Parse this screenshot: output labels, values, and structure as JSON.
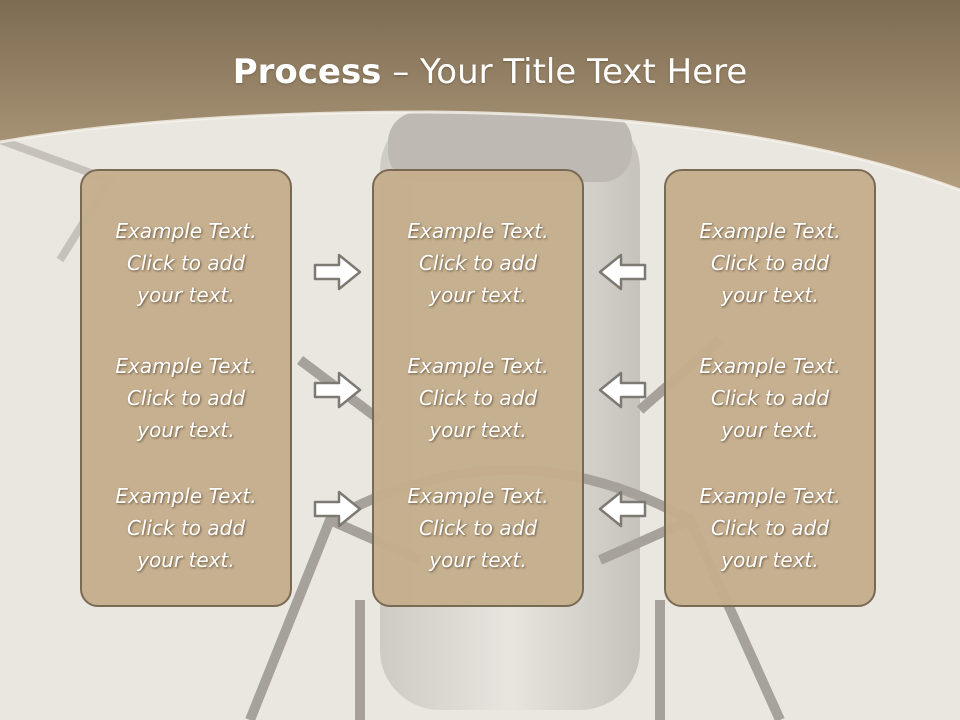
{
  "title": {
    "bold": "Process",
    "rest": " – Your Title Text Here"
  },
  "columns": [
    {
      "items": [
        [
          "Example Text.",
          "Click  to add",
          "your text."
        ],
        [
          "Example Text.",
          "Click  to add",
          "your text."
        ],
        [
          "Example Text.",
          "Click  to add",
          "your text."
        ]
      ]
    },
    {
      "items": [
        [
          "Example Text.",
          "Click  to add",
          "your text."
        ],
        [
          "Example Text.",
          "Click  to add",
          "your text."
        ],
        [
          "Example Text.",
          "Click  to add",
          "your text."
        ]
      ]
    },
    {
      "items": [
        [
          "Example Text.",
          "Click  to add",
          "your text."
        ],
        [
          "Example Text.",
          "Click  to add",
          "your text."
        ],
        [
          "Example Text.",
          "Click  to add",
          "your text."
        ]
      ]
    }
  ],
  "arrows": {
    "left": [
      "arrow-right-icon",
      "arrow-right-icon",
      "arrow-right-icon"
    ],
    "right": [
      "arrow-left-icon",
      "arrow-left-icon",
      "arrow-left-icon"
    ]
  },
  "colors": {
    "header": "#8d7a5e",
    "box": "#c4ae8d",
    "box_border": "#7a6a54",
    "text": "#ffffff"
  }
}
